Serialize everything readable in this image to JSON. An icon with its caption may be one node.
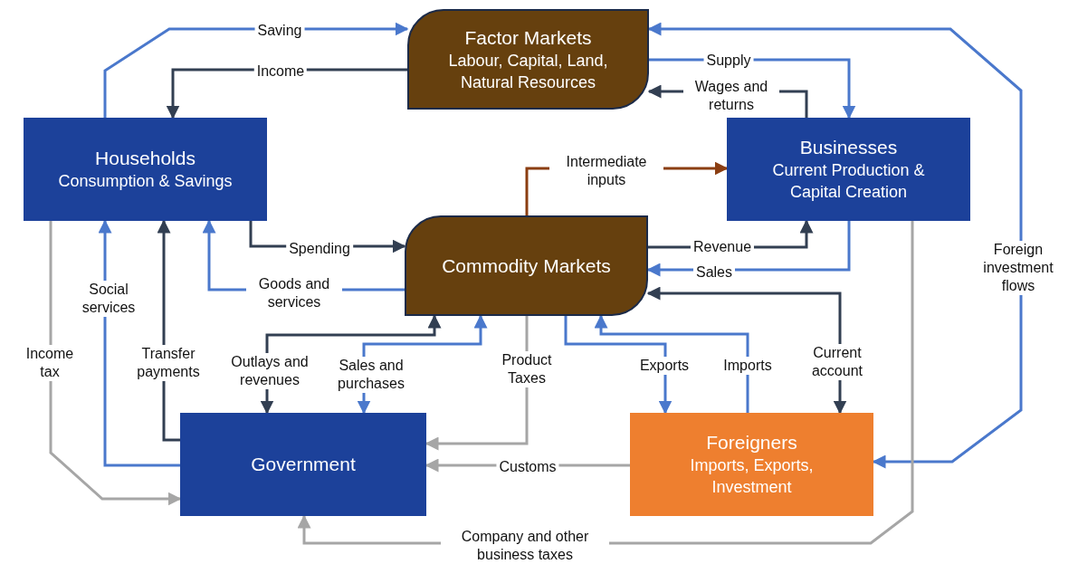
{
  "diagram": {
    "nodes": [
      {
        "text": [
          "Factor Markets",
          "Labour, Capital, Land, Natural Resources"
        ]
      },
      {
        "text": [
          "Households",
          "Consumption & Savings"
        ]
      },
      {
        "text": [
          "Businesses",
          "Current Production & Capital Creation"
        ]
      },
      {
        "text": [
          "Commodity Markets"
        ]
      },
      {
        "text": [
          "Government"
        ]
      },
      {
        "text": [
          "Foreigners",
          "Imports, Exports, Investment"
        ]
      }
    ],
    "edges": [
      {
        "from": 1,
        "to": 0,
        "arrow": "to",
        "label": "Saving"
      },
      {
        "from": 0,
        "to": 1,
        "arrow": "to",
        "label": "Income",
        "color": "#323f52"
      },
      {
        "from": 0,
        "to": 2,
        "arrow": "to",
        "label": "Supply"
      },
      {
        "from": 2,
        "to": 0,
        "arrow": "to",
        "label": "Wages and returns",
        "color": "#323f52"
      },
      {
        "from": 5,
        "to": 0,
        "arrow": "both",
        "label": "Foreign investment flows"
      },
      {
        "from": 3,
        "to": 2,
        "arrow": "to",
        "label": "Intermediate inputs",
        "color": "#8b3e12"
      },
      {
        "from": 1,
        "to": 3,
        "arrow": "to",
        "label": "Spending",
        "color": "#323f52"
      },
      {
        "from": 3,
        "to": 1,
        "arrow": "to",
        "label": "Goods and services"
      },
      {
        "from": 3,
        "to": 2,
        "arrow": "to",
        "label": "Revenue",
        "color": "#323f52"
      },
      {
        "from": 2,
        "to": 3,
        "arrow": "to",
        "label": "Sales"
      },
      {
        "from": 4,
        "to": 1,
        "arrow": "to",
        "label": "Social services"
      },
      {
        "from": 4,
        "to": 1,
        "arrow": "to",
        "label": "Transfer payments",
        "color": "#323f52"
      },
      {
        "from": 1,
        "to": 4,
        "arrow": "to",
        "label": "Income tax",
        "color": "#a6a6a6"
      },
      {
        "from": 4,
        "to": 3,
        "arrow": "both",
        "label": "Outlays and revenues",
        "color": "#323f52"
      },
      {
        "from": 4,
        "to": 3,
        "arrow": "both",
        "label": "Sales and purchases"
      },
      {
        "from": 3,
        "to": 4,
        "arrow": "to",
        "label": "Product Taxes",
        "color": "#a6a6a6"
      },
      {
        "from": 5,
        "to": 4,
        "arrow": "to",
        "label": "Customs",
        "color": "#a6a6a6"
      },
      {
        "from": 2,
        "to": 4,
        "arrow": "to",
        "label": "Company and other business taxes",
        "color": "#a6a6a6"
      },
      {
        "from": 3,
        "to": 5,
        "arrow": "to",
        "label": "Exports"
      },
      {
        "from": 5,
        "to": 3,
        "arrow": "to",
        "label": "Imports"
      },
      {
        "from": 5,
        "to": 3,
        "arrow": "both",
        "label": "Current account",
        "color": "#323f52"
      }
    ]
  }
}
